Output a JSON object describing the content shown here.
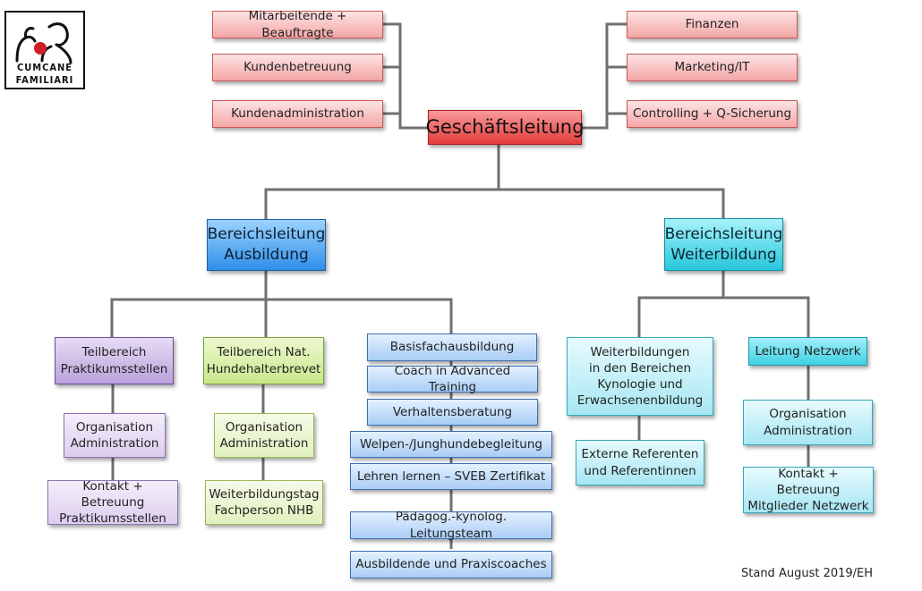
{
  "logo": {
    "line1": "CUMCANE",
    "line2": "FAMILIARI"
  },
  "top_left": [
    "Mitarbeitende + Beauftragte",
    "Kundenbetreuung",
    "Kundenadministration"
  ],
  "top_right": [
    "Finanzen",
    "Marketing/IT",
    "Controlling + Q-Sicherung"
  ],
  "head": "Geschäftsleitung",
  "ausbildung": {
    "head": "Bereichsleitung\nAusbildung",
    "praktikum": [
      "Teilbereich\nPraktikumsstellen",
      "Organisation\nAdministration",
      "Kontakt + Betreuung\nPraktikumsstellen"
    ],
    "hundehalter": [
      "Teilbereich Nat.\nHundehalterbrevet",
      "Organisation\nAdministration",
      "Weiterbildungstag\nFachperson NHB"
    ],
    "programme": [
      "Basisfachausbildung",
      "Coach in Advanced Training",
      "Verhaltensberatung",
      "Welpen-/Junghundebegleitung",
      "Lehren lernen – SVEB Zertifikat",
      "Pädagog.-kynolog. Leitungsteam",
      "Ausbildende und Praxiscoaches"
    ]
  },
  "weiterbildung": {
    "head": "Bereichsleitung\nWeiterbildung",
    "bereiche": [
      "Weiterbildungen\nin den Bereichen\nKynologie und\nErwachsenenbildung",
      "Externe Referenten\nund Referentinnen"
    ],
    "netzwerk": [
      "Leitung Netzwerk",
      "Organisation\nAdministration",
      "Kontakt + Betreuung\nMitglieder Netzwerk"
    ]
  },
  "footer": "Stand August 2019/EH",
  "colors": {
    "connector": "#707070",
    "red": "#e23b3b",
    "blue": "#2f8ee8",
    "cyan": "#26c6dc",
    "purple": "#b9a1da",
    "green": "#c8e78a"
  }
}
